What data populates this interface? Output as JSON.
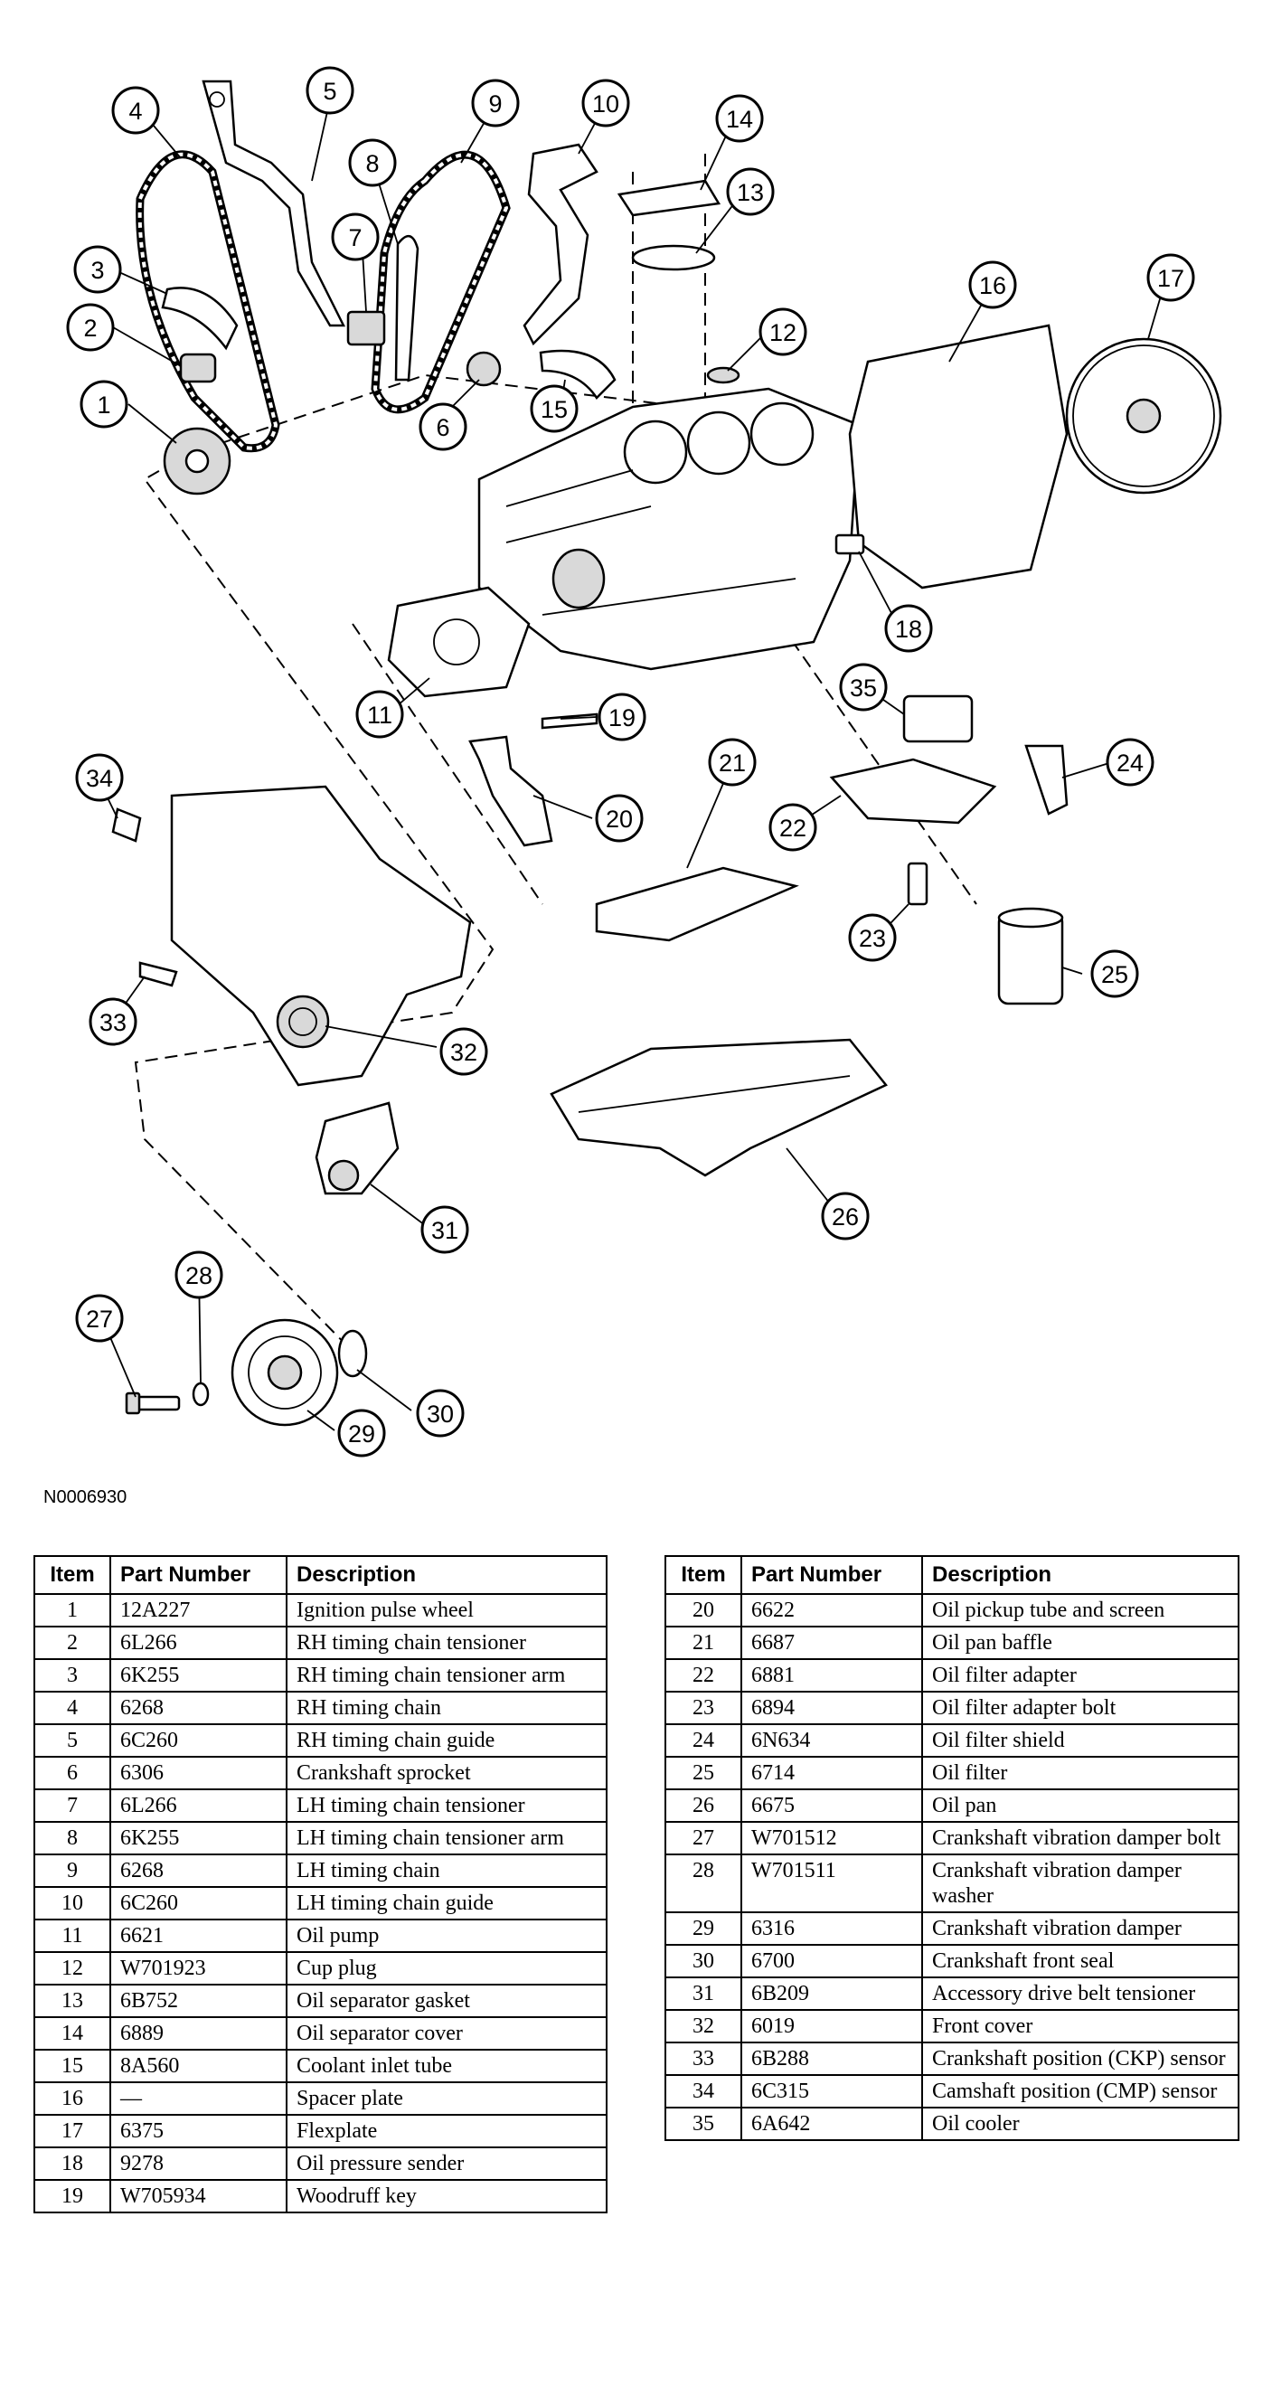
{
  "figure_id": "N0006930",
  "table_headers": {
    "item": "Item",
    "part_number": "Part Number",
    "description": "Description"
  },
  "callouts": [
    "1",
    "2",
    "3",
    "4",
    "5",
    "6",
    "7",
    "8",
    "9",
    "10",
    "11",
    "12",
    "13",
    "14",
    "15",
    "16",
    "17",
    "18",
    "19",
    "20",
    "21",
    "22",
    "23",
    "24",
    "25",
    "26",
    "27",
    "28",
    "29",
    "30",
    "31",
    "32",
    "33",
    "34",
    "35"
  ],
  "parts_left": [
    {
      "item": "1",
      "part_number": "12A227",
      "description": "Ignition pulse wheel"
    },
    {
      "item": "2",
      "part_number": "6L266",
      "description": "RH timing chain tensioner"
    },
    {
      "item": "3",
      "part_number": "6K255",
      "description": "RH timing chain tensioner arm"
    },
    {
      "item": "4",
      "part_number": "6268",
      "description": "RH timing chain"
    },
    {
      "item": "5",
      "part_number": "6C260",
      "description": "RH timing chain guide"
    },
    {
      "item": "6",
      "part_number": "6306",
      "description": "Crankshaft sprocket"
    },
    {
      "item": "7",
      "part_number": "6L266",
      "description": "LH timing chain tensioner"
    },
    {
      "item": "8",
      "part_number": "6K255",
      "description": "LH timing chain tensioner arm"
    },
    {
      "item": "9",
      "part_number": "6268",
      "description": "LH timing chain"
    },
    {
      "item": "10",
      "part_number": "6C260",
      "description": "LH timing chain guide"
    },
    {
      "item": "11",
      "part_number": "6621",
      "description": "Oil pump"
    },
    {
      "item": "12",
      "part_number": "W701923",
      "description": "Cup plug"
    },
    {
      "item": "13",
      "part_number": "6B752",
      "description": "Oil separator gasket"
    },
    {
      "item": "14",
      "part_number": "6889",
      "description": "Oil separator cover"
    },
    {
      "item": "15",
      "part_number": "8A560",
      "description": "Coolant inlet tube"
    },
    {
      "item": "16",
      "part_number": "—",
      "description": "Spacer plate"
    },
    {
      "item": "17",
      "part_number": "6375",
      "description": "Flexplate"
    },
    {
      "item": "18",
      "part_number": "9278",
      "description": "Oil pressure sender"
    },
    {
      "item": "19",
      "part_number": "W705934",
      "description": "Woodruff key"
    }
  ],
  "parts_right": [
    {
      "item": "20",
      "part_number": "6622",
      "description": "Oil pickup tube and screen"
    },
    {
      "item": "21",
      "part_number": "6687",
      "description": "Oil pan baffle"
    },
    {
      "item": "22",
      "part_number": "6881",
      "description": "Oil filter adapter"
    },
    {
      "item": "23",
      "part_number": "6894",
      "description": "Oil filter adapter bolt"
    },
    {
      "item": "24",
      "part_number": "6N634",
      "description": "Oil filter shield"
    },
    {
      "item": "25",
      "part_number": "6714",
      "description": "Oil filter"
    },
    {
      "item": "26",
      "part_number": "6675",
      "description": "Oil pan"
    },
    {
      "item": "27",
      "part_number": "W701512",
      "description": "Crankshaft vibration damper bolt"
    },
    {
      "item": "28",
      "part_number": "W701511",
      "description": "Crankshaft vibration damper washer"
    },
    {
      "item": "29",
      "part_number": "6316",
      "description": "Crankshaft vibration damper"
    },
    {
      "item": "30",
      "part_number": "6700",
      "description": "Crankshaft front seal"
    },
    {
      "item": "31",
      "part_number": "6B209",
      "description": "Accessory drive belt tensioner"
    },
    {
      "item": "32",
      "part_number": "6019",
      "description": "Front cover"
    },
    {
      "item": "33",
      "part_number": "6B288",
      "description": "Crankshaft position (CKP) sensor"
    },
    {
      "item": "34",
      "part_number": "6C315",
      "description": "Camshaft position (CMP) sensor"
    },
    {
      "item": "35",
      "part_number": "6A642",
      "description": "Oil cooler"
    }
  ]
}
